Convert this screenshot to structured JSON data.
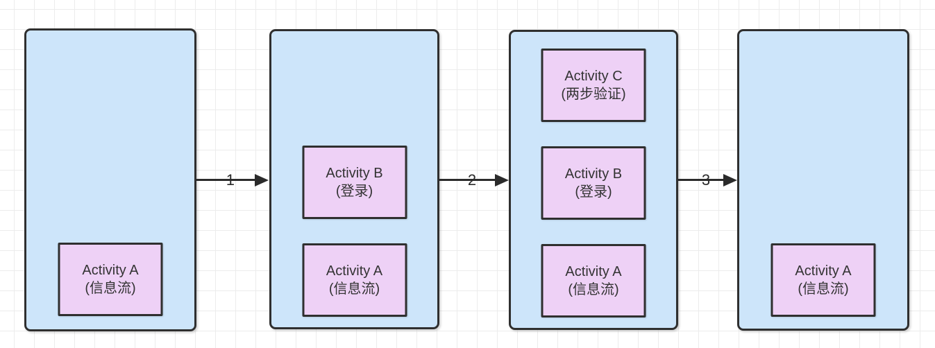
{
  "diagram": {
    "panels": [
      {
        "boxes": [
          {
            "title": "Activity A",
            "subtitle": "(信息流)"
          }
        ]
      },
      {
        "boxes": [
          {
            "title": "Activity B",
            "subtitle": "(登录)"
          },
          {
            "title": "Activity A",
            "subtitle": "(信息流)"
          }
        ]
      },
      {
        "boxes": [
          {
            "title": "Activity C",
            "subtitle": "(两步验证)"
          },
          {
            "title": "Activity B",
            "subtitle": "(登录)"
          },
          {
            "title": "Activity A",
            "subtitle": "(信息流)"
          }
        ]
      },
      {
        "boxes": [
          {
            "title": "Activity A",
            "subtitle": "(信息流)"
          }
        ]
      }
    ],
    "arrows": [
      {
        "label": "1"
      },
      {
        "label": "2"
      },
      {
        "label": "3"
      }
    ],
    "colors": {
      "panel_fill": "#cde5fa",
      "box_fill": "#eed1f6",
      "border": "#2f2f2f",
      "text": "#333333",
      "arrow": "#2b2b2b",
      "grid_line": "#ececec",
      "background": "#ffffff"
    }
  }
}
